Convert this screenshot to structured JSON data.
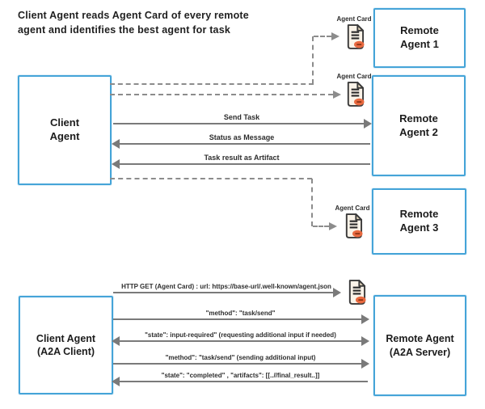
{
  "title": "Client Agent reads Agent Card of every remote\nagent and identifies the best agent for task",
  "colors": {
    "box_border": "#45a4d8",
    "arrow": "#7a7a7a",
    "dashed": "#8c8c8c",
    "card_fill": "#faf3e8",
    "card_badge": "#e8693f",
    "text": "#1f1f1f"
  },
  "top_diagram": {
    "client_box": "Client\nAgent",
    "remote_boxes": [
      "Remote\nAgent 1",
      "Remote\nAgent 2",
      "Remote\nAgent 3"
    ],
    "agent_card_labels": [
      "Agent Card",
      "Agent Card",
      "Agent Card"
    ],
    "messages": [
      {
        "label": "Send Task",
        "direction": "right"
      },
      {
        "label": "Status as Message",
        "direction": "left"
      },
      {
        "label": "Task result as Artifact",
        "direction": "left"
      }
    ]
  },
  "bottom_diagram": {
    "client_box": "Client Agent\n(A2A Client)",
    "remote_box": "Remote Agent\n(A2A Server)",
    "messages": [
      {
        "label": "HTTP GET (Agent Card) : url: https://base-url/.well-known/agent.json",
        "direction": "right"
      },
      {
        "label": "\"method\": \"task/send\"",
        "direction": "right"
      },
      {
        "label": "\"state\": input-required\" (requesting additional input if needed)",
        "direction": "both"
      },
      {
        "label": "\"method\": \"task/send\" (sending additional input)",
        "direction": "right"
      },
      {
        "label": "\"state\": \"completed\" , \"artifacts\": [[..//final_result..]]",
        "direction": "left"
      }
    ]
  }
}
